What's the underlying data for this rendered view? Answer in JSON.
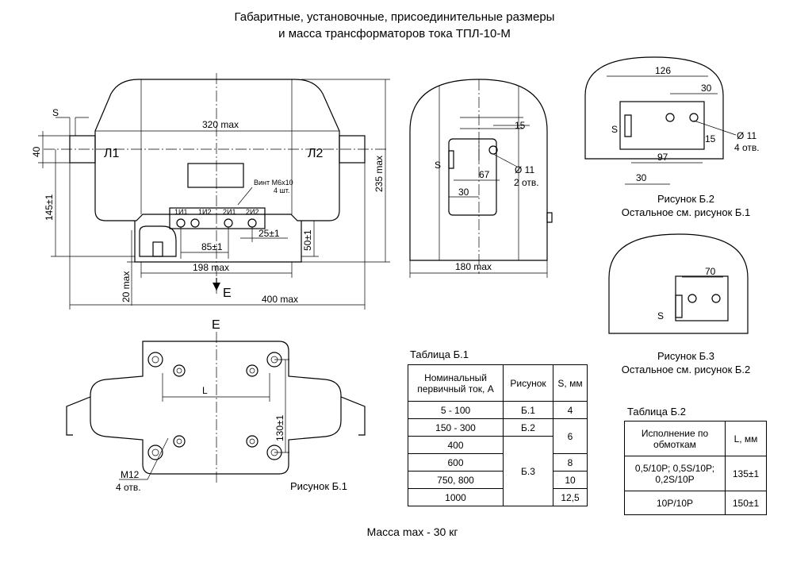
{
  "title": {
    "line1": "Габаритные, установочные, присоединительные размеры",
    "line2": "и масса трансформаторов тока ТПЛ-10-М"
  },
  "front_view": {
    "dims": {
      "s": "S",
      "overall_top": "320 max",
      "height_40": "40",
      "height_145": "145±1",
      "height_235": "235 max",
      "height_20": "20 max",
      "height_50": "50±1",
      "width_85": "85±1",
      "width_25": "25±1",
      "width_198": "198 max",
      "width_400": "400 max"
    },
    "terminal_left": "Л1",
    "terminal_right": "Л2",
    "screw_note_line1": "Винт М6х10",
    "screw_note_line2": "4 шт.",
    "secondary_terminals": [
      "1И1",
      "1И2",
      "2И1",
      "2И2"
    ],
    "view_letter": "E"
  },
  "side_view": {
    "dims": {
      "d15": "15",
      "d67": "67",
      "d30": "30",
      "s": "S",
      "hole": "Ø 11",
      "holes_count": "2 отв.",
      "width_180": "180 max"
    }
  },
  "fig_b2": {
    "dims": {
      "d126": "126",
      "d30_top": "30",
      "s": "S",
      "d15": "15",
      "d97": "97",
      "d30_bottom": "30",
      "hole": "Ø 11",
      "holes_count": "4 отв."
    },
    "caption_line1": "Рисунок Б.2",
    "caption_line2": "Остальное см. рисунок Б.1"
  },
  "fig_b3": {
    "dims": {
      "d70": "70",
      "s": "S"
    },
    "caption_line1": "Рисунок Б.3",
    "caption_line2": "Остальное см. рисунок Б.2"
  },
  "bottom_view": {
    "view_letter": "E",
    "dim_l": "L",
    "dim_130": "130±1",
    "thread_line1": "М12",
    "thread_line2": "4 отв.",
    "caption": "Рисунок Б.1"
  },
  "table_b1": {
    "caption": "Таблица Б.1",
    "headers": [
      "Номинальный первичный ток, А",
      "Рисунок",
      "S, мм"
    ],
    "currents": [
      "5 - 100",
      "150 - 300",
      "400",
      "600",
      "750, 800",
      "1000"
    ],
    "figures": [
      "Б.1",
      "Б.2",
      "Б.3"
    ],
    "s_values": [
      "4",
      "6",
      "8",
      "10",
      "12,5"
    ]
  },
  "table_b2": {
    "caption": "Таблица Б.2",
    "headers": [
      "Исполнение по обмоткам",
      "L, мм"
    ],
    "rows": [
      {
        "version": "0,5/10Р; 0,5S/10Р; 0,2S/10Р",
        "l": "135±1"
      },
      {
        "version": "10Р/10Р",
        "l": "150±1"
      }
    ]
  },
  "mass": "Масса max - 30 кг"
}
